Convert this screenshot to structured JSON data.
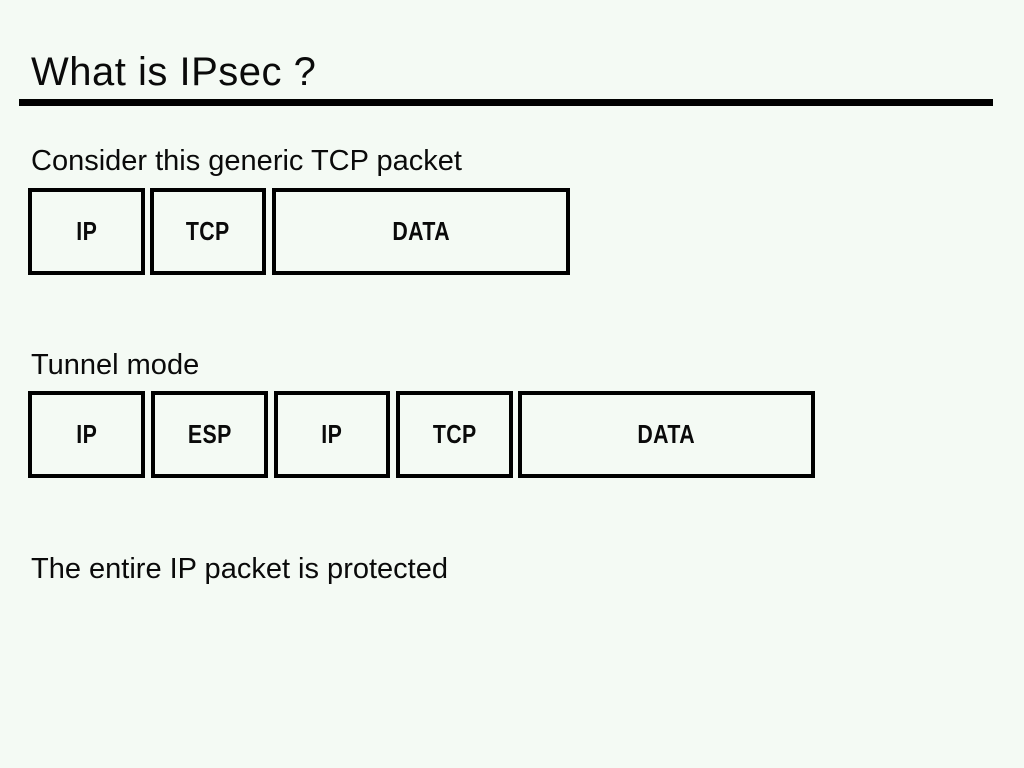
{
  "slide": {
    "title": "What is IPsec ?",
    "captions": {
      "generic": "Consider this generic TCP packet",
      "tunnel": "Tunnel mode",
      "footer": "The entire IP packet is protected"
    },
    "packets": {
      "generic": {
        "fields": [
          "IP",
          "TCP",
          "DATA"
        ]
      },
      "tunnel": {
        "fields": [
          "IP",
          "ESP",
          "IP",
          "TCP",
          "DATA"
        ]
      }
    },
    "colors": {
      "background": "#f4faf4",
      "text": "#0a0a0a",
      "rule": "#000000",
      "box_border": "#000000"
    }
  }
}
